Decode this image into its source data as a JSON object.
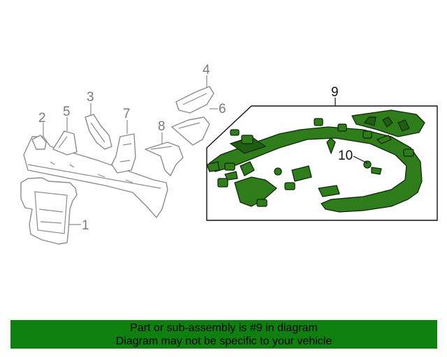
{
  "callouts": {
    "c1": "1",
    "c2": "2",
    "c3": "3",
    "c4": "4",
    "c5": "5",
    "c6": "6",
    "c7": "7",
    "c8": "8",
    "c9": "9",
    "c10": "10"
  },
  "banner": {
    "line1": "Part or sub-assembly is #9 in diagram",
    "line2": "Diagram may not be specific to your vehicle",
    "background": "#0e800e"
  },
  "colors": {
    "highlight": "#2e7d1a",
    "outline": "#8c8c8c"
  }
}
